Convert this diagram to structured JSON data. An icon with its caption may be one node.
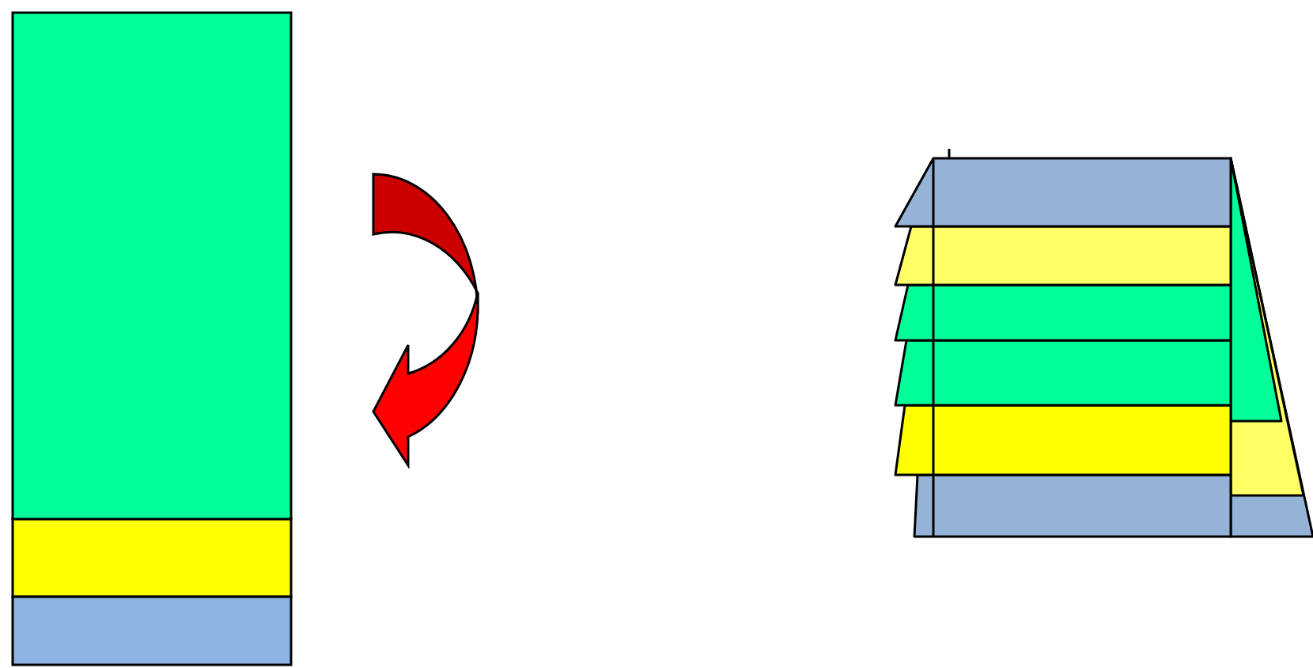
{
  "diagram": {
    "nodes": [
      {
        "text": [],
        "shape": "box"
      },
      {
        "text": [],
        "shape": "box"
      },
      {
        "text": [],
        "shape": "box"
      },
      {
        "text": [],
        "shape": "picture"
      }
    ]
  }
}
